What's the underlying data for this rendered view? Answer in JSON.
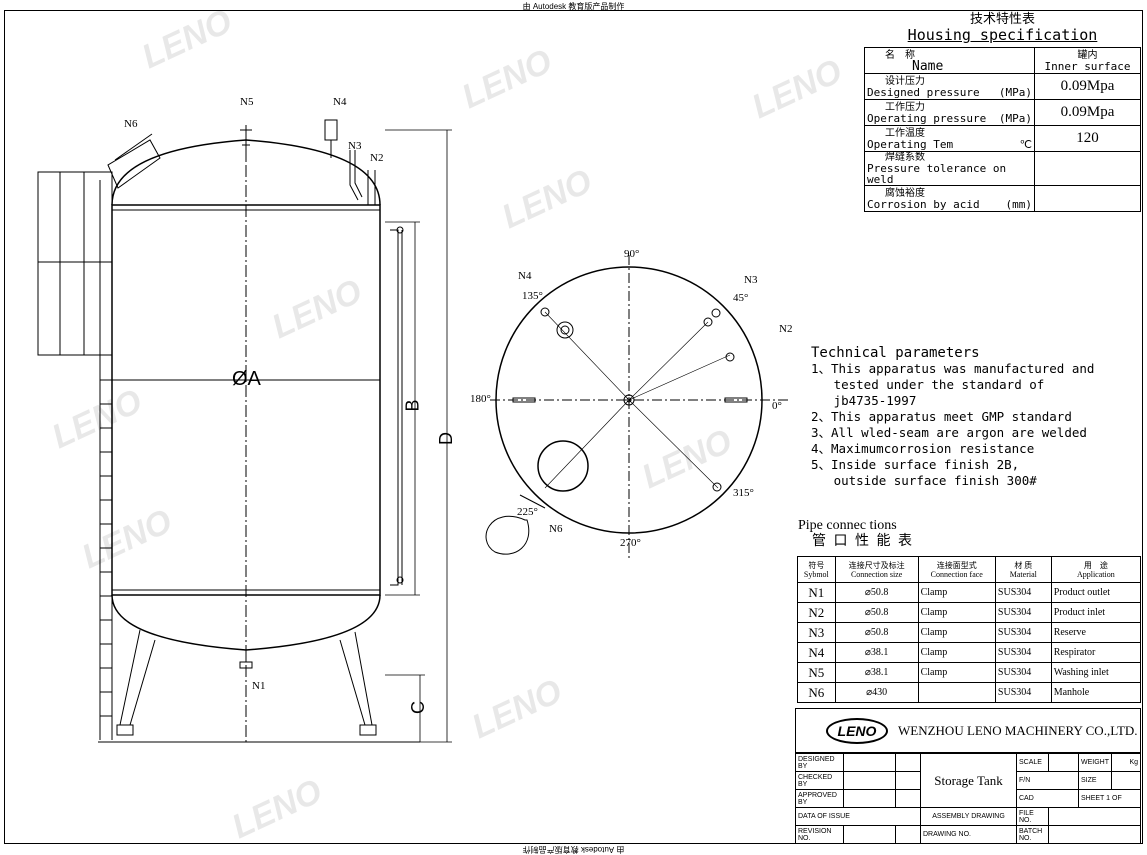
{
  "banner_top": "由 Autodesk 教育版产品制作",
  "banner_bottom": "由 Autodesk 教育版产品制作",
  "watermark": "LENO",
  "elevation": {
    "nozzles": [
      "N6",
      "N5",
      "N4",
      "N3",
      "N2",
      "N1"
    ],
    "dims": {
      "diameter": "ØA",
      "b": "B",
      "d": "D",
      "c": "C"
    }
  },
  "plan": {
    "angles": [
      "90°",
      "0°",
      "180°",
      "270°",
      "45°",
      "135°",
      "225°",
      "315°"
    ],
    "nozzles": [
      "N4",
      "N3",
      "N2",
      "N6"
    ]
  },
  "housing": {
    "title_cn": "技术特性表",
    "title": "Housing specification",
    "header": {
      "name_cn": "名　称",
      "name": "Name",
      "col_cn": "罐内",
      "col": "Inner surface"
    },
    "rows": [
      {
        "cn": "设计压力",
        "en": "Designed pressure",
        "unit": "(MPa)",
        "value": "0.09Mpa"
      },
      {
        "cn": "工作压力",
        "en": "Operating pressure",
        "unit": "(MPa)",
        "value": "0.09Mpa"
      },
      {
        "cn": "工作温度",
        "en": "Operating Tem",
        "unit": "℃",
        "value": "120"
      },
      {
        "cn": "焊缝系数",
        "en": "Pressure tolerance on weld",
        "unit": "",
        "value": ""
      },
      {
        "cn": "腐蚀裕度",
        "en": "Corrosion by acid",
        "unit": "(mm)",
        "value": ""
      }
    ]
  },
  "technical": {
    "title": "Technical parameters",
    "lines": [
      "1、This apparatus was manufactured and",
      "   tested under the standard of",
      "   jb4735-1997",
      "2、This apparatus meet GMP standard",
      "3、All wled-seam are argon are welded",
      "4、Maximumcorrosion resistance",
      "5、Inside surface finish 2B,",
      "   outside surface finish 300#"
    ]
  },
  "pipe": {
    "title": "Pipe connec tions",
    "title_cn": "管 口 性 能 表",
    "headers": [
      [
        "符号",
        "Sybmol"
      ],
      [
        "连接尺寸及标注",
        "Connection size"
      ],
      [
        "连接面型式",
        "Connection face"
      ],
      [
        "材 质",
        "Material"
      ],
      [
        "用　途",
        "Application"
      ]
    ],
    "rows": [
      [
        "N1",
        "⌀50.8",
        "Clamp",
        "SUS304",
        "Product outlet"
      ],
      [
        "N2",
        "⌀50.8",
        "Clamp",
        "SUS304",
        "Product inlet"
      ],
      [
        "N3",
        "⌀50.8",
        "Clamp",
        "SUS304",
        "Reserve"
      ],
      [
        "N4",
        "⌀38.1",
        "Clamp",
        "SUS304",
        "Respirator"
      ],
      [
        "N5",
        "⌀38.1",
        "Clamp",
        "SUS304",
        "Washing inlet"
      ],
      [
        "N6",
        "⌀430",
        "",
        "SUS304",
        "Manhole"
      ]
    ]
  },
  "titleblock": {
    "logo": "LENO",
    "company": "WENZHOU LENO MACHINERY CO.,LTD.",
    "designed": "DESIGNED BY",
    "checked": "CHECKED BY",
    "approved": "APPROVED BY",
    "date": "DATA OF ISSUE",
    "revision": "REVISION NO.",
    "product": "Storage Tank",
    "scale": "SCALE",
    "weight": "WEIGHT",
    "kg": "Kg",
    "fn": "F/N",
    "size": "SIZE",
    "cad": "CAD",
    "sheet": "SHEET 1  OF",
    "assembly": "ASSEMBLY DRAWING",
    "drawing_no": "DRAWING NO.",
    "file_no": "FILE NO.",
    "batch_no": "BATCH NO."
  }
}
